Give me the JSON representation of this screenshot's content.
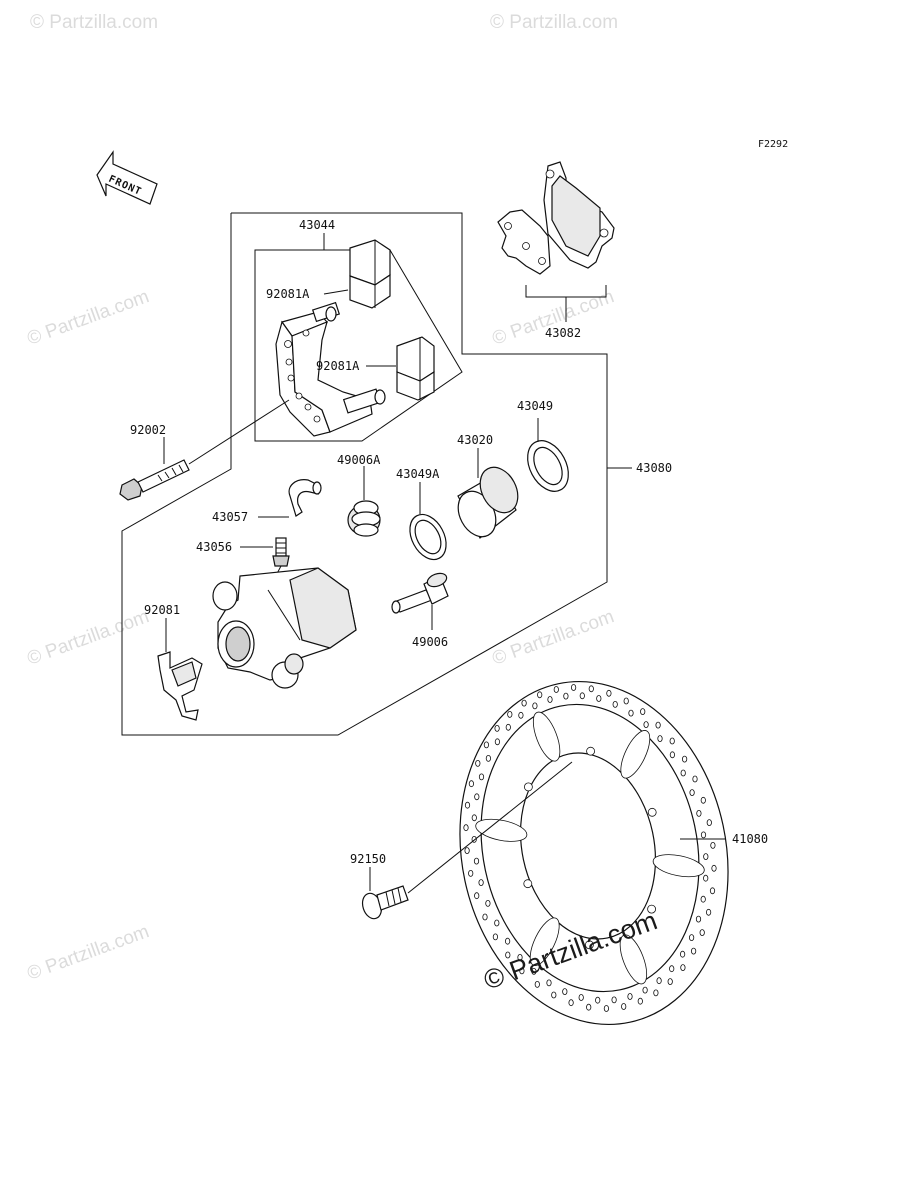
{
  "figure_code": "F2292",
  "front_indicator": "FRONT",
  "watermark": "© Partzilla.com",
  "parts": {
    "p43044": "43044",
    "p92081A_1": "92081A",
    "p92081A_2": "92081A",
    "p43082": "43082",
    "p92002": "92002",
    "p43049": "43049",
    "p43020": "43020",
    "p49006A": "49006A",
    "p43049A": "43049A",
    "p43080": "43080",
    "p43057": "43057",
    "p43056": "43056",
    "p92081": "92081",
    "p49006": "49006",
    "p41080": "41080",
    "p92150": "92150"
  }
}
